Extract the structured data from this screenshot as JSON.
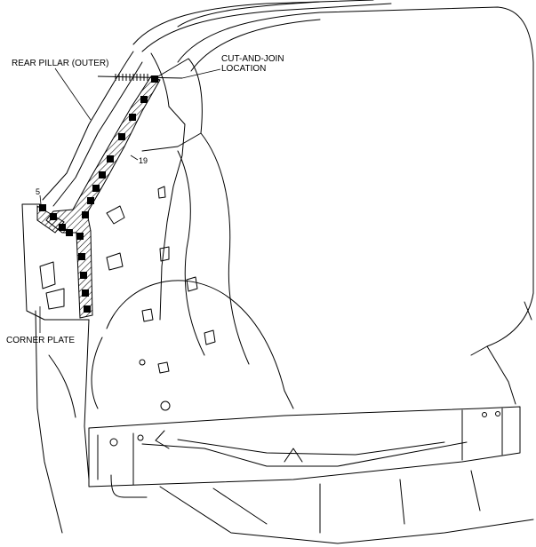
{
  "labels": {
    "rear_pillar_outer": "REAR PILLAR (OUTER)",
    "cut_and_join_line1": "CUT-AND-JOIN",
    "cut_and_join_line2": "LOCATION",
    "corner_plate": "CORNER PLATE",
    "weld_count_upper": "19",
    "weld_count_lower": "5"
  }
}
